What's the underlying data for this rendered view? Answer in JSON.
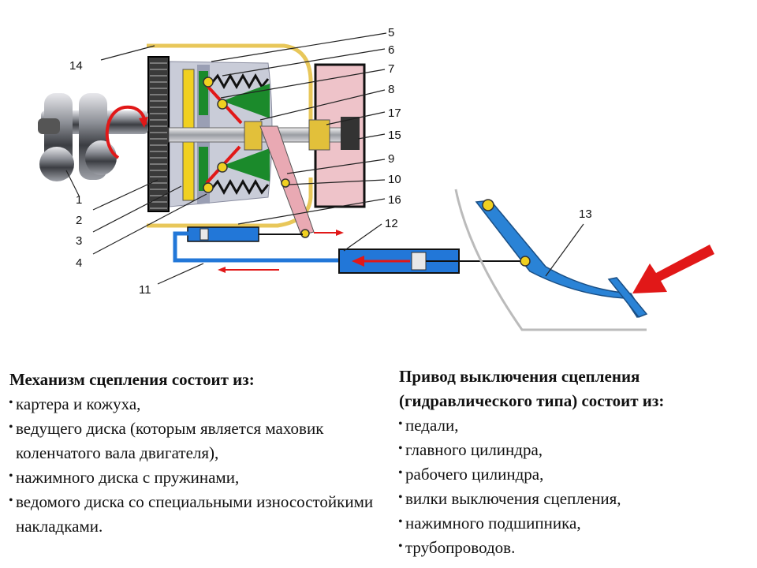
{
  "diagram": {
    "callouts": [
      "1",
      "2",
      "3",
      "4",
      "5",
      "6",
      "7",
      "8",
      "9",
      "10",
      "11",
      "12",
      "13",
      "14",
      "15",
      "16",
      "17"
    ],
    "colors": {
      "housing": "#e8c75a",
      "pressure_plate": "#9a9fb4",
      "disc_friction": "#1b8a2b",
      "driven_disc": "#f0d020",
      "springs": "#111111",
      "arrows_red": "#e11818",
      "hydraulic_blue": "#2277d8",
      "pedal_blue": "#2a83d6",
      "gearbox_pink": "#eec3c9"
    }
  },
  "left_block": {
    "title": "Механизм сцепления состоит из:",
    "items": [
      "картера и кожуха,",
      "ведущего диска (которым является маховик коленчатого вала двигателя),",
      "нажимного диска с пружинами,",
      "ведомого диска со специальными износостойкими накладками."
    ]
  },
  "right_block": {
    "title": "Привод выключения сцепления (гидравлического типа) состоит из:",
    "items": [
      "педали,",
      "главного цилиндра,",
      "рабочего цилиндра,",
      "вилки выключения сцепления,",
      "нажимного подшипника,",
      "трубопроводов."
    ]
  }
}
